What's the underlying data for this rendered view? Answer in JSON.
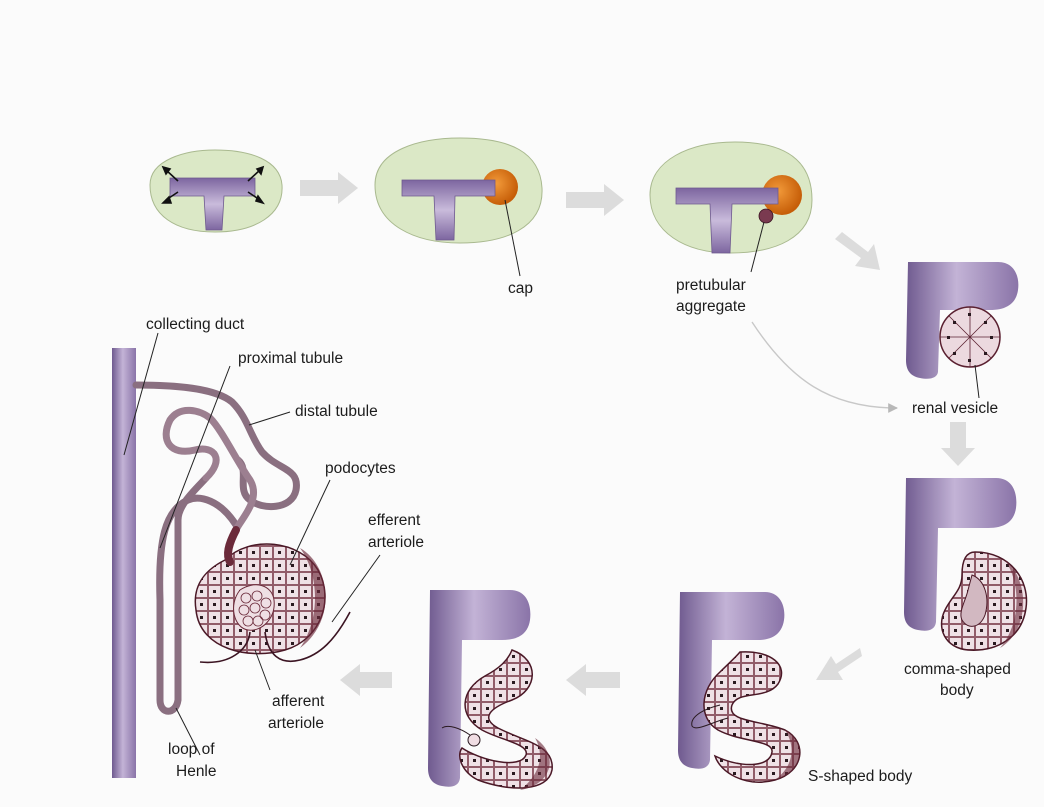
{
  "labels": {
    "cap": "cap",
    "pretubular": [
      "pretubular",
      "aggregate"
    ],
    "renal_vesicle": "renal vesicle",
    "comma": [
      "comma-shaped",
      "body"
    ],
    "s_shaped": "S-shaped body",
    "collecting_duct": "collecting duct",
    "proximal_tubule": "proximal tubule",
    "distal_tubule": "distal tubule",
    "podocytes": "podocytes",
    "efferent": [
      "efferent",
      "arteriole"
    ],
    "afferent": [
      "afferent",
      "arteriole"
    ],
    "loop": [
      "loop of",
      "Henle"
    ]
  },
  "colors": {
    "mesenchyme": "#dbe8c6",
    "duct": "#9f89b7",
    "duct_dark": "#6f5a8f",
    "cap": "#e07a15",
    "cell_dark": "#6b2a3a",
    "cell_light": "#ead8de",
    "arrow": "#d9d9d9"
  }
}
